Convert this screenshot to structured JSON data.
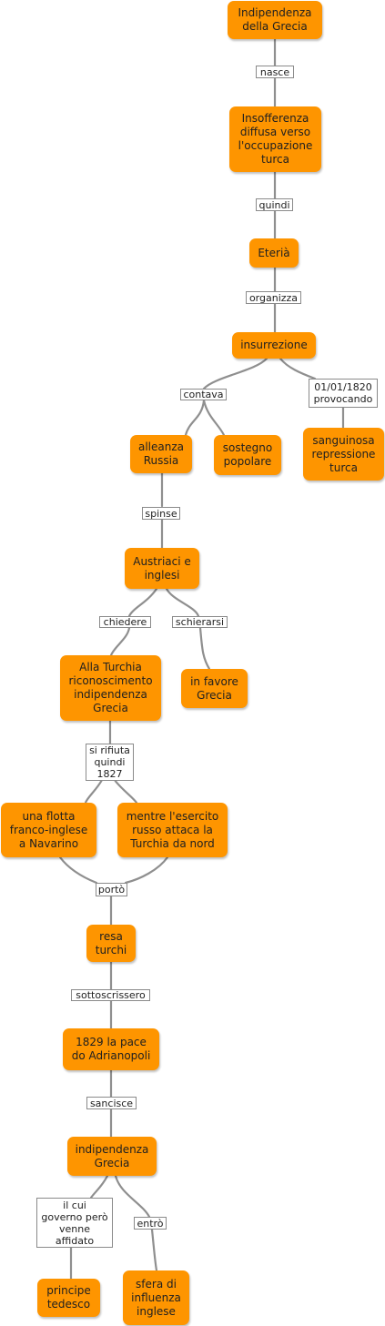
{
  "colors": {
    "node_fill": "#fe9500",
    "connector": "#8f8f8f",
    "label_border": "#8a8a8a"
  },
  "nodes": {
    "indipendenza_grecia_top": "Indipendenza\ndella Grecia",
    "insofferenza": "Insofferenza\ndiffusa verso\nl'occupazione\nturca",
    "eteria": "Eterià",
    "insurrezione": "insurrezione",
    "alleanza_russia": "alleanza\nRussia",
    "sostegno_popolare": "sostegno\npopolare",
    "sanguinosa_repressione": "sanguinosa\nrepressione\nturca",
    "austriaci_inglesi": "Austriaci e\ninglesi",
    "alla_turchia": "Alla Turchia\nriconoscimento\nindipendenza\nGrecia",
    "in_favore_grecia": "in favore\nGrecia",
    "flotta": "una flotta\nfranco-inglese\na Navarino",
    "esercito_russo": "mentre l'esercito\nrusso attaca la\nTurchia da nord",
    "resa_turchi": "resa\nturchi",
    "pace_adrianopoli": "1829 la pace\ndo Adrianopoli",
    "indipendenza_grecia": "indipendenza\nGrecia",
    "principe_tedesco": "principe\ntedesco",
    "sfera_influenza": "sfera di\ninfluenza\ninglese"
  },
  "links": {
    "nasce": "nasce",
    "quindi": "quindi",
    "organizza": "organizza",
    "contava": "contava",
    "provocando": "01/01/1820\nprovocando",
    "spinse": "spinse",
    "chiedere": "chiedere",
    "schierarsi": "schierarsi",
    "si_rifiuta": "si rifiuta\nquindi\n1827",
    "porto": "portò",
    "sottoscrissero": "sottoscrissero",
    "sancisce": "sancisce",
    "governo": "il cui\ngoverno però\nvenne\naffidato",
    "entro": "entrò"
  }
}
